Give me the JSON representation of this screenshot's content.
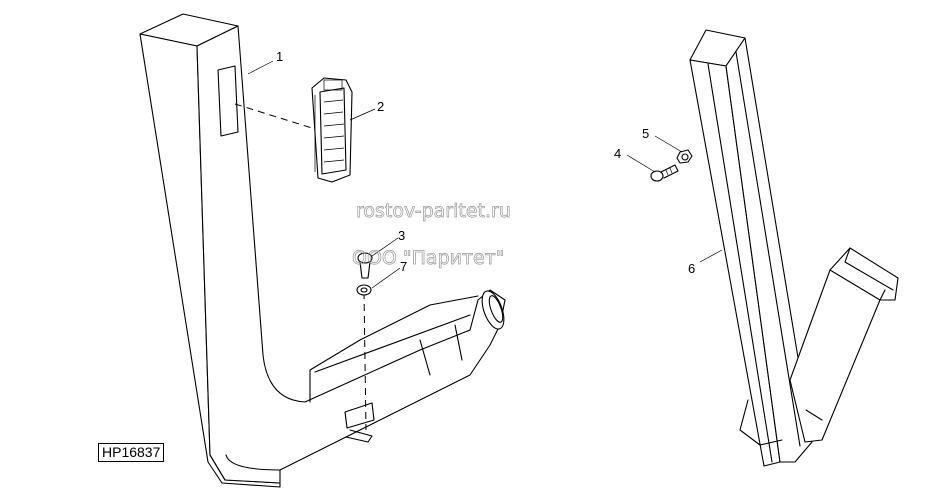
{
  "figure_code": "HP16837",
  "callouts": [
    "1",
    "2",
    "3",
    "4",
    "5",
    "6",
    "7"
  ],
  "watermark": {
    "line1": "rostov-paritet.ru",
    "line2": "ООО \"Паритет\""
  }
}
